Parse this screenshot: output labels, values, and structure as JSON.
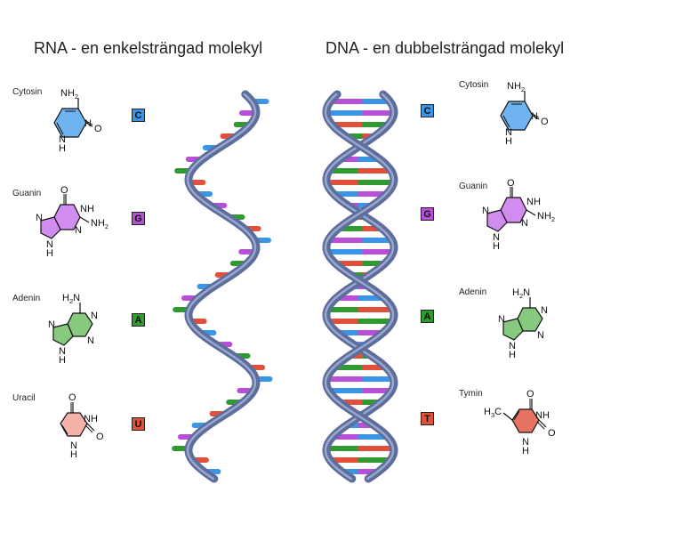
{
  "rna": {
    "title": "RNA -  en enkelsträngad molekyl",
    "bases": [
      {
        "name": "Cytosin",
        "letter": "C",
        "color": "#3b95e6"
      },
      {
        "name": "Guanin",
        "letter": "G",
        "color": "#b84fd8"
      },
      {
        "name": "Adenin",
        "letter": "A",
        "color": "#2f9a2f"
      },
      {
        "name": "Uracil",
        "letter": "U",
        "color": "#e0503a"
      }
    ]
  },
  "dna": {
    "title": "DNA -  en dubbelsträngad molekyl",
    "bases": [
      {
        "name": "Cytosin",
        "letter": "C",
        "color": "#3b95e6"
      },
      {
        "name": "Guanin",
        "letter": "G",
        "color": "#b84fd8"
      },
      {
        "name": "Adenin",
        "letter": "A",
        "color": "#2f9a2f"
      },
      {
        "name": "Tymin",
        "letter": "T",
        "color": "#e0503a"
      }
    ]
  },
  "fills": {
    "cytosine": "#6fb4f0",
    "guanine": "#d18cf0",
    "adenine": "#86c97f",
    "uracil": "#f4b2a8",
    "thymine": "#e97363"
  },
  "helix": {
    "strand_color": "#5d6d9c",
    "strand_highlight": "#a9b6d8"
  },
  "atoms": {
    "n": "N",
    "h": "H",
    "o": "O",
    "c": "C",
    "nh": "NH",
    "nh2_main": "NH",
    "nh2_sub": "2",
    "h2n_main": "H",
    "h2n_sub": "2",
    "h2n_tail": "N",
    "ch3_head": "H",
    "ch3_sub": "3",
    "ch3_tail": "C"
  }
}
